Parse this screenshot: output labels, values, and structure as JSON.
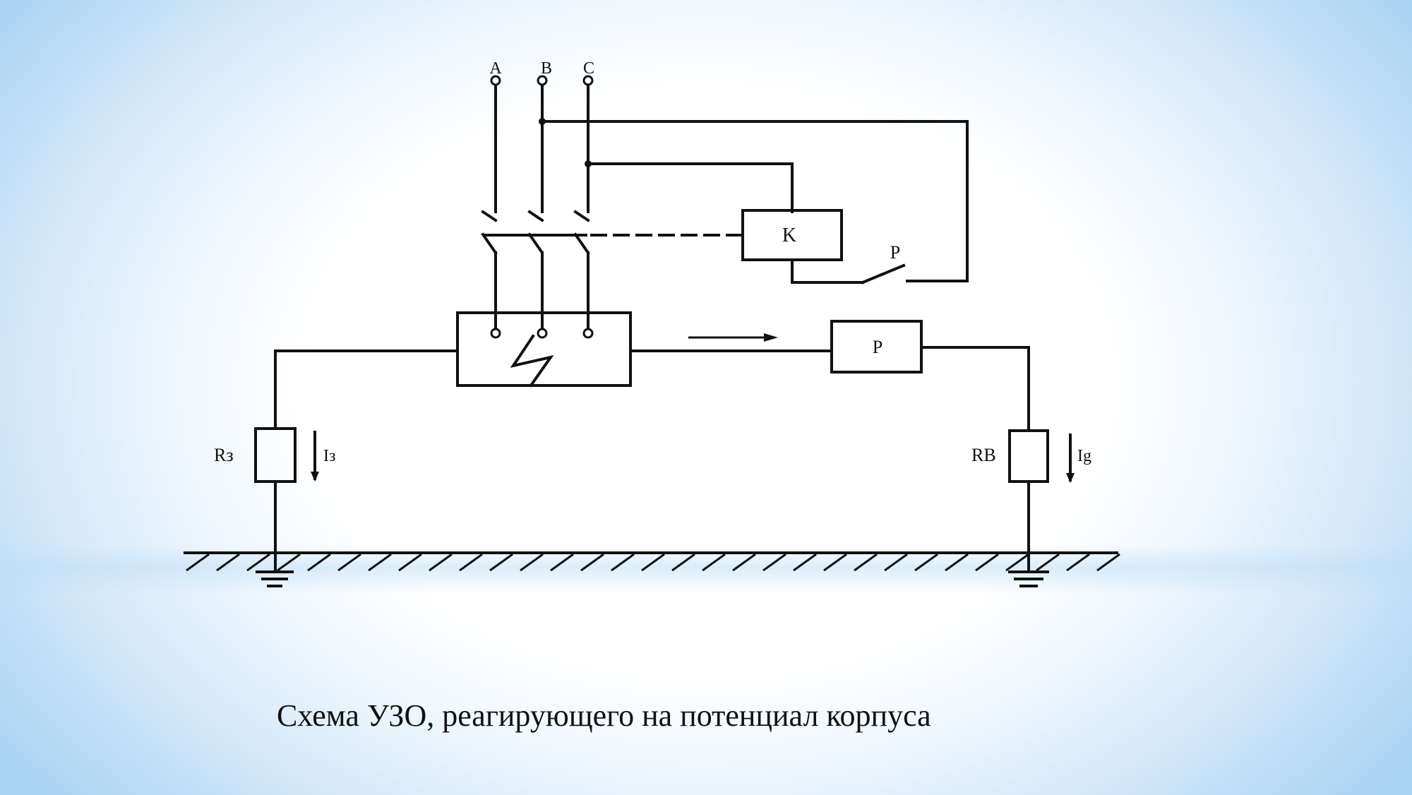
{
  "diagram": {
    "phase_labels": [
      "A",
      "B",
      "C"
    ],
    "relay_coil_label": "K",
    "contact_label": "P",
    "relay_box_label": "P",
    "resistor_left_label": "Rз",
    "current_left_label": "Iз",
    "resistor_right_label": "RB",
    "current_right_label": "Ig"
  },
  "caption": "Схема УЗО, реагирующего на потенциал корпуса"
}
